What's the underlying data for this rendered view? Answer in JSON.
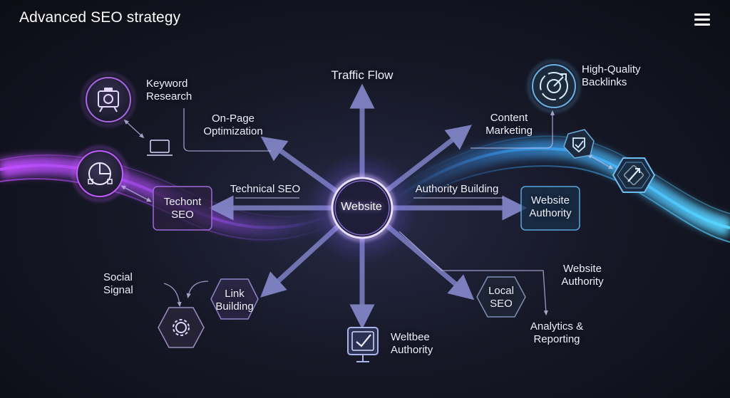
{
  "header": {
    "title": "Advanced SEO strategy",
    "menu_icon": "hamburger-menu-icon"
  },
  "diagram": {
    "hub": "Website",
    "traffic_flow": "Traffic Flow",
    "flow_labels": {
      "technical_seo": "Technical SEO",
      "authority_building": "Authority Building"
    },
    "nodes": {
      "keyword_research": "Keyword\nResearch",
      "on_page_optimization": "On-Page\nOptimization",
      "techont_seo": "Techont\nSEO",
      "social_signal": "Social\nSignal",
      "link_building": "Link\nBuilding",
      "weltbee_authority": "Weltbee\nAuthority",
      "local_seo": "Local\nSEO",
      "website_authority_box": "Website\nAuthority",
      "website_authority_text": "Website\nAuthority",
      "analytics_reporting": "Analytics &\nReporting",
      "content_marketing": "Content\nMarketing",
      "high_quality_backlinks": "High-Quality\nBacklinks"
    },
    "icons": [
      "camera-icon",
      "laptop-icon",
      "pie-chart-icon",
      "gear-icon",
      "monitor-check-icon",
      "target-icon",
      "shield-check-icon",
      "compass-icon"
    ],
    "colors": {
      "left_wave": "#c04dff",
      "right_wave": "#44c4ff",
      "arrow": "#7e82c6",
      "hub_glow": "#a98cff"
    }
  }
}
